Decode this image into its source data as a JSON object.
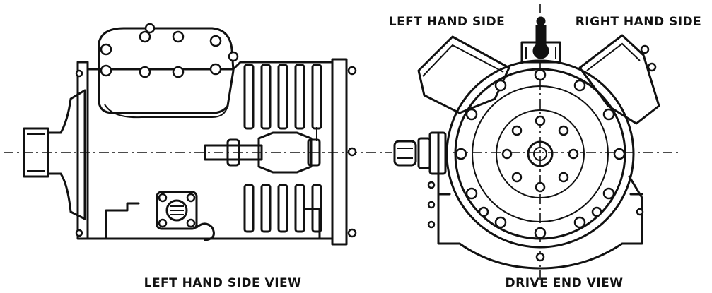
{
  "labels": {
    "left_hand_side": "LEFT HAND SIDE",
    "right_hand_side": "RIGHT HAND SIDE",
    "left_hand_side_view": "LEFT HAND SIDE VIEW",
    "drive_end_view": "DRIVE END VIEW"
  }
}
